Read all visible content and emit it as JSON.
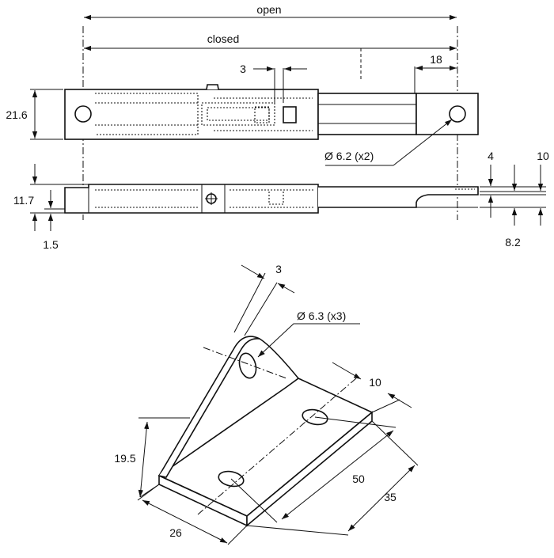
{
  "top_drawing": {
    "labels": {
      "open": "open",
      "closed": "closed",
      "gap": "3",
      "tip": "18",
      "height": "21.6",
      "hole": "Ø 6.2 (x2)",
      "thick": "11.7",
      "base": "1.5",
      "step4": "4",
      "step10": "10",
      "step82": "8.2"
    }
  },
  "bracket_drawing": {
    "labels": {
      "thickness": "3",
      "hole": "Ø 6.3 (x3)",
      "edge": "10",
      "height": "19.5",
      "spacing": "50",
      "length": "35",
      "width": "26"
    }
  }
}
